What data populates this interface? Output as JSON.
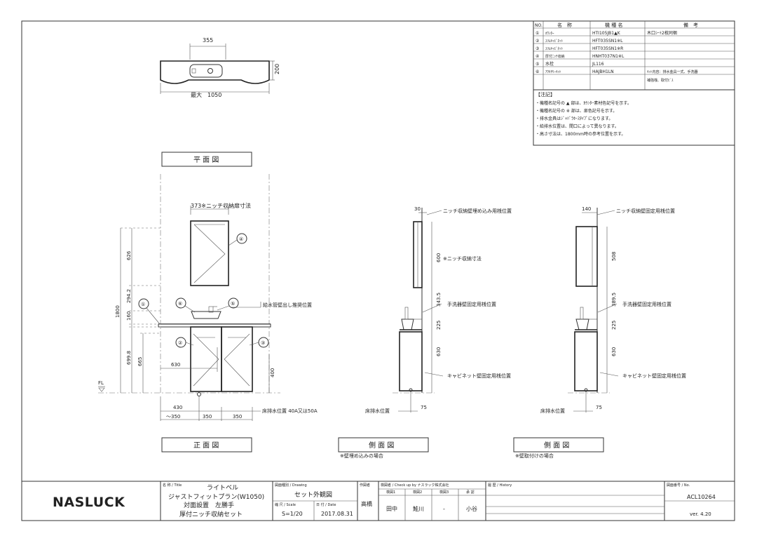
{
  "parts_table": {
    "headers": [
      "NO.",
      "名　称",
      "機 種 名",
      "備　考"
    ],
    "rows": [
      {
        "no": "①",
        "name": "ｶｳﾝﾀｰ",
        "model": "HTI105JB1▲K",
        "note": "木口ｼｰﾄ2枚同梱"
      },
      {
        "no": "②",
        "name": "ｽﾘﾑｷｬﾋﾞﾈｯﾄ",
        "model": "HFT035SN1※L",
        "note": ""
      },
      {
        "no": "③",
        "name": "ｽﾘﾑｷｬﾋﾞﾈｯﾄ",
        "model": "HFT035SN1※R",
        "note": ""
      },
      {
        "no": "④",
        "name": "厚付ﾆｯﾁ収納",
        "model": "HNHT037N1※L",
        "note": ""
      },
      {
        "no": "⑤",
        "name": "水栓",
        "model": "JL116",
        "note": ""
      },
      {
        "no": "⑥",
        "name": "ｱｸｾｻﾘｰｷｯﾄ",
        "model": "HAJBH1LN",
        "note": "ｷｯﾄ内容：排水金具一式、手洗器"
      },
      {
        "no": "",
        "name": "",
        "model": "",
        "note": "補強桟、取付ﾋﾞｽ"
      }
    ],
    "notes_title": "【注記】",
    "notes": [
      "・機種名記号の ▲ 部は、ｶｳﾝﾀｰ素材色記号を示す。",
      "・機種名記号の ※ 部は、扉色記号を示す。",
      "・排水金具はｼﾞｬﾊﾞﾗﾎｰｽﾀｲﾌﾟになります。",
      "・給排水位置は、間口によって異なります。",
      "・高さ寸法は、1800mm時の参考位置を示す。"
    ]
  },
  "plan": {
    "dim_width": "355",
    "dim_depth": "200",
    "dim_max": "最大　1050",
    "title": "平 面 図"
  },
  "front": {
    "niche_note": "373※ニッチ収納扉寸法",
    "v_dims": [
      "626",
      "294.2",
      "160",
      "699.8",
      "665"
    ],
    "total_height": "1800",
    "dim_630": "630",
    "dim_400": "400",
    "fl": "FL",
    "water_supply": "給水管壁出し推奨位置",
    "drain": "床排水位置 40A又は50A",
    "dim_430": "430",
    "bottom_dims": [
      "～350",
      "350",
      "350"
    ],
    "balloons": [
      "①",
      "②",
      "③",
      "④",
      "⑤",
      "⑥"
    ],
    "title": "正 面 図"
  },
  "side1": {
    "dim_top": "30",
    "label_top": "ニッチ収納壁埋め込み用桟位置",
    "dim_600": "600",
    "label_600": "※ニッチ収納寸法",
    "dim_343": "343.5",
    "dim_225": "225",
    "dim_630": "630",
    "label_basin": "手洗器壁固定用桟位置",
    "label_cabinet": "キャビネット壁固定用桟位置",
    "drain": "床排水位置",
    "dim_75": "75",
    "title": "側 面 図",
    "subtitle": "※壁埋め込みの場合"
  },
  "side2": {
    "dim_top": "140",
    "label_top": "ニッチ収納壁固定用桟位置",
    "dim_508": "508",
    "dim_389": "389.5",
    "dim_225": "225",
    "dim_630": "630",
    "label_basin": "手洗器壁固定用桟位置",
    "label_cabinet": "キャビネット壁固定用桟位置",
    "drain": "床排水位置",
    "dim_75": "75",
    "title": "側 面 図",
    "subtitle": "※壁取付けの場合"
  },
  "title_block": {
    "logo": "NASLUCK",
    "title_label": "名 称 / Title",
    "title_lines": [
      "ライトベル",
      "ジャストフィットプラン(W1050)",
      "対面設置　左勝手",
      "厚付ニッチ収納セット"
    ],
    "drawing_label": "図面種別 / Drawing",
    "drawing_value": "セット外観図",
    "scale_label": "縮 尺 / Scale",
    "scale_value": "S=1/20",
    "date_label": "日 付 / Date",
    "date_value": "2017.08.31",
    "author_label": "作図者",
    "author_value": "高橋",
    "check_label": "検図者 / Check up by ナスラック株式会社",
    "check_cols": [
      "検図1",
      "検図2",
      "検図3",
      "承 認"
    ],
    "check_values": [
      "田中",
      "鮭川",
      "-",
      "小谷"
    ],
    "history_label": "履 歴 / History",
    "no_label": "図面番号 / No.",
    "no_value": "ACL10264",
    "version": "ver. 4.20"
  }
}
